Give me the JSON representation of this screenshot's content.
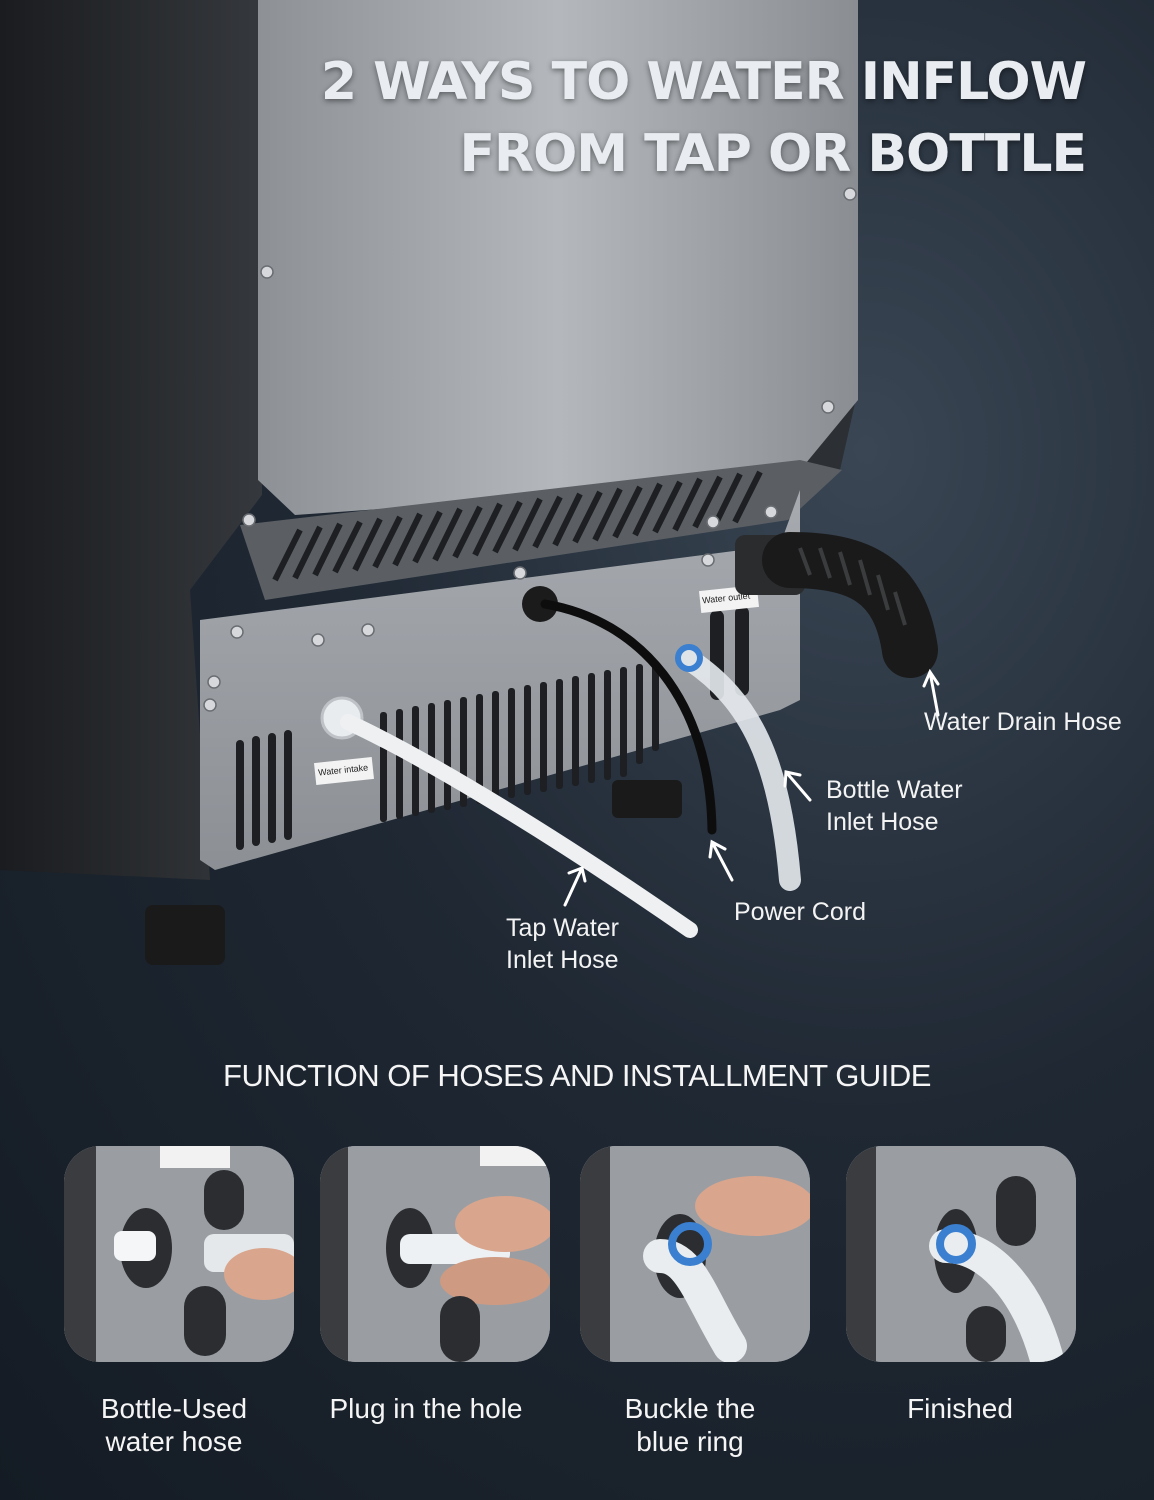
{
  "headline": {
    "line1": "2 WAYS TO WATER INFLOW",
    "line2": "FROM TAP OR BOTTLE"
  },
  "product_labels": {
    "water_intake": "Water intake",
    "water_outlet": "Water outlet"
  },
  "callouts": {
    "drain_hose": "Water Drain Hose",
    "bottle_inlet_line1": "Bottle Water",
    "bottle_inlet_line2": "Inlet Hose",
    "power_cord": "Power Cord",
    "tap_inlet_line1": "Tap Water",
    "tap_inlet_line2": "Inlet Hose"
  },
  "guide": {
    "title": "FUNCTION OF HOSES AND INSTALLMENT GUIDE",
    "steps": [
      {
        "line1": "Bottle-Used",
        "line2": "water hose"
      },
      {
        "line1": "Plug in the hole",
        "line2": ""
      },
      {
        "line1": "Buckle the",
        "line2": "blue ring"
      },
      {
        "line1": "Finished",
        "line2": ""
      }
    ]
  },
  "colors": {
    "background": "#1f2833",
    "panel_steel": "#9a9ea3",
    "cabinet_black": "#2a2c2f",
    "blue_ring": "#3a7fd0"
  }
}
